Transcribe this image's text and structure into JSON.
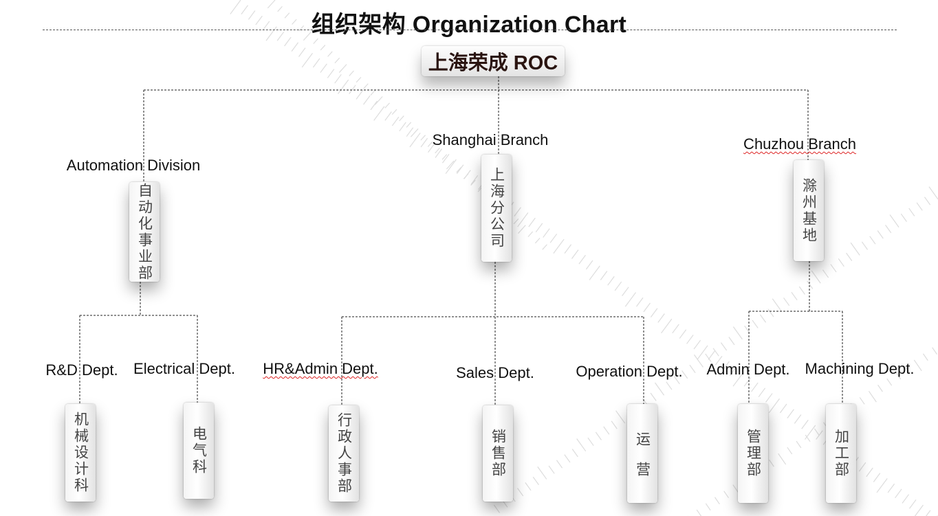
{
  "title": "组织架构 Organization Chart",
  "root": {
    "cn": "上海荣成 ROC"
  },
  "branches": [
    {
      "en": "Automation Division",
      "cn": "自动化事业部"
    },
    {
      "en": "Shanghai Branch",
      "cn": "上海分公司"
    },
    {
      "en": "Chuzhou Branch",
      "cn": "滁州基地"
    }
  ],
  "departments": [
    {
      "en": "R&D Dept.",
      "cn": "机械设计科"
    },
    {
      "en": "Electrical Dept.",
      "cn": "电气科"
    },
    {
      "en": "HR&Admin Dept.",
      "cn": "行政人事部"
    },
    {
      "en": "Sales Dept.",
      "cn": "销售部"
    },
    {
      "en": "Operation Dept.",
      "cn": "运 营"
    },
    {
      "en": "Admin Dept.",
      "cn": "管理部"
    },
    {
      "en": "Machining Dept.",
      "cn": "加工部"
    }
  ],
  "colors": {
    "connector": "#222222",
    "box_text": "#444444",
    "root_text": "#2a1410"
  }
}
